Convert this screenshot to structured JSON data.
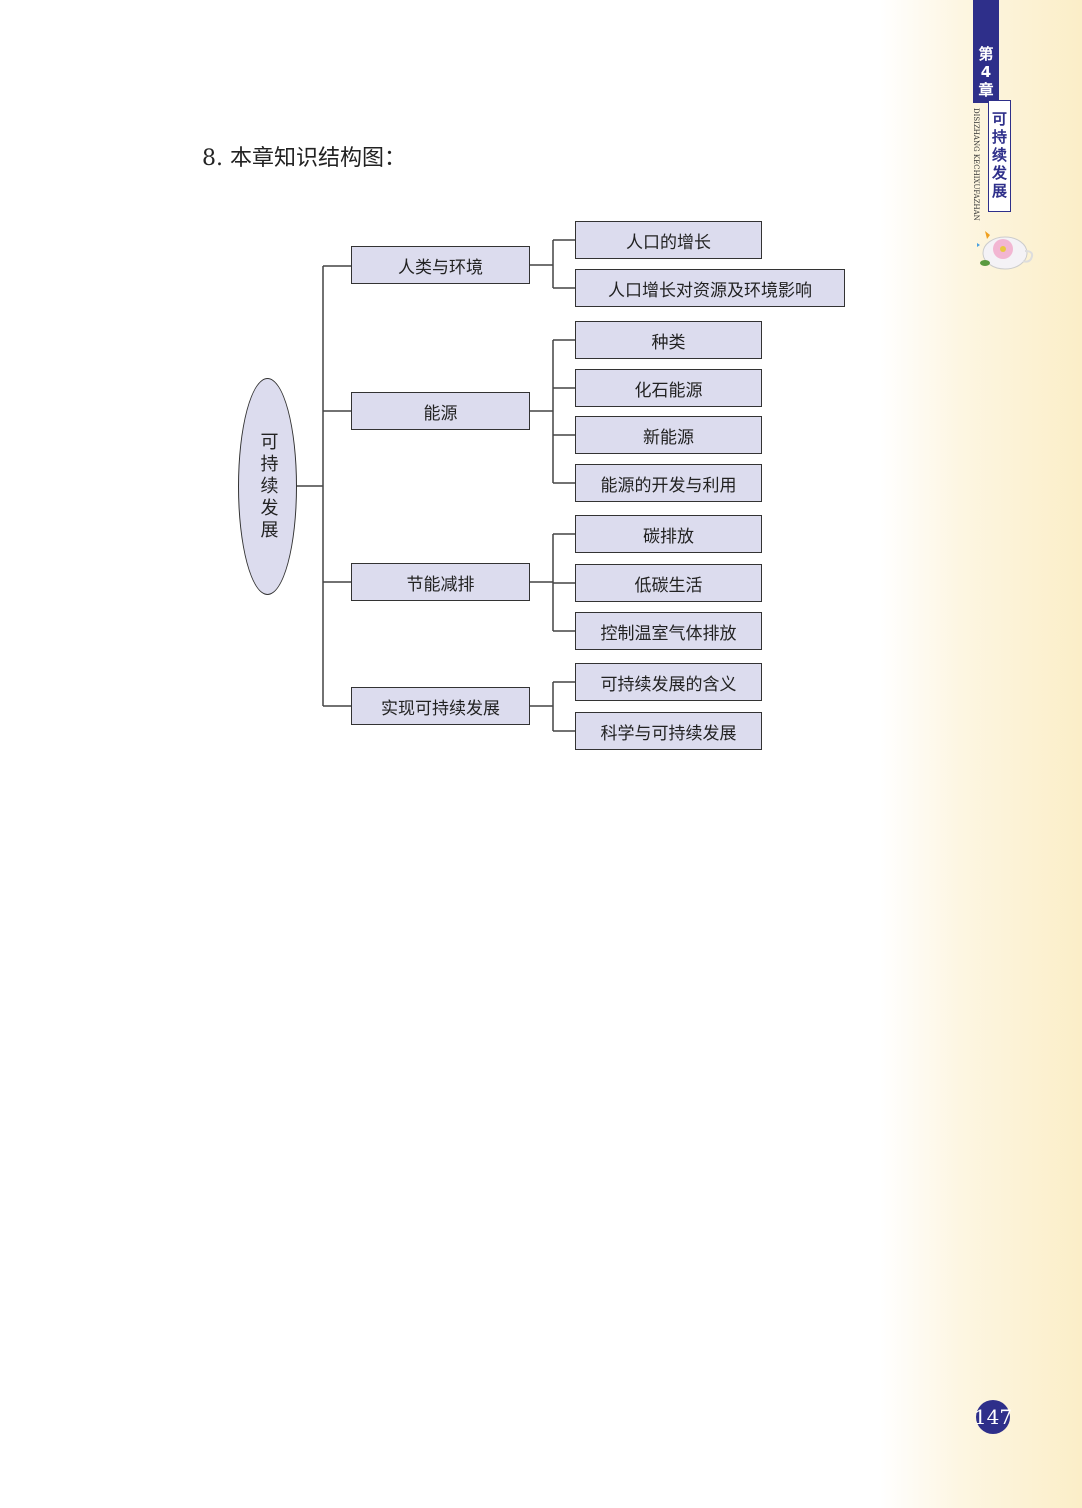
{
  "title": "8. 本章知识结构图：",
  "sidebar": {
    "chapter_label": [
      "第",
      "4",
      "章"
    ],
    "chapter_title": "可持续发展",
    "pinyin": "DISIZHANG KECHIXUFAZHAN"
  },
  "page_number": "147",
  "diagram": {
    "root": "可持续发展",
    "branches": [
      {
        "label": "人类与环境",
        "children": [
          "人口的增长",
          "人口增长对资源及环境影响"
        ]
      },
      {
        "label": "能源",
        "children": [
          "种类",
          "化石能源",
          "新能源",
          "能源的开发与利用"
        ]
      },
      {
        "label": "节能减排",
        "children": [
          "碳排放",
          "低碳生活",
          "控制温室气体排放"
        ]
      },
      {
        "label": "实现可持续发展",
        "children": [
          "可持续发展的含义",
          "科学与可持续发展"
        ]
      }
    ]
  },
  "colors": {
    "box_fill": "#dcdcee",
    "accent": "#2e2f8a"
  }
}
